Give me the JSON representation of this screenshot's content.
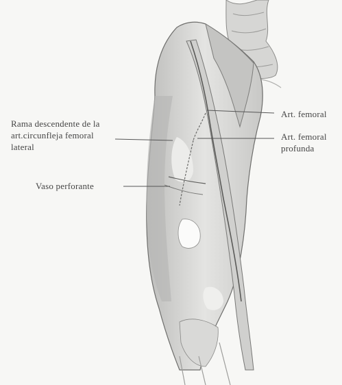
{
  "labels": {
    "rama_line1": "Rama descendente de la",
    "rama_line2": "art.circunfleja femoral",
    "rama_line3": "lateral",
    "vaso": "Vaso perforante",
    "femoral": "Art. femoral",
    "profunda_line1": "Art. femoral",
    "profunda_line2": "profunda"
  },
  "colors": {
    "background": "#f7f7f5",
    "muscle_shade": "#c9c9c7",
    "outline": "#555555",
    "text": "#444444"
  }
}
